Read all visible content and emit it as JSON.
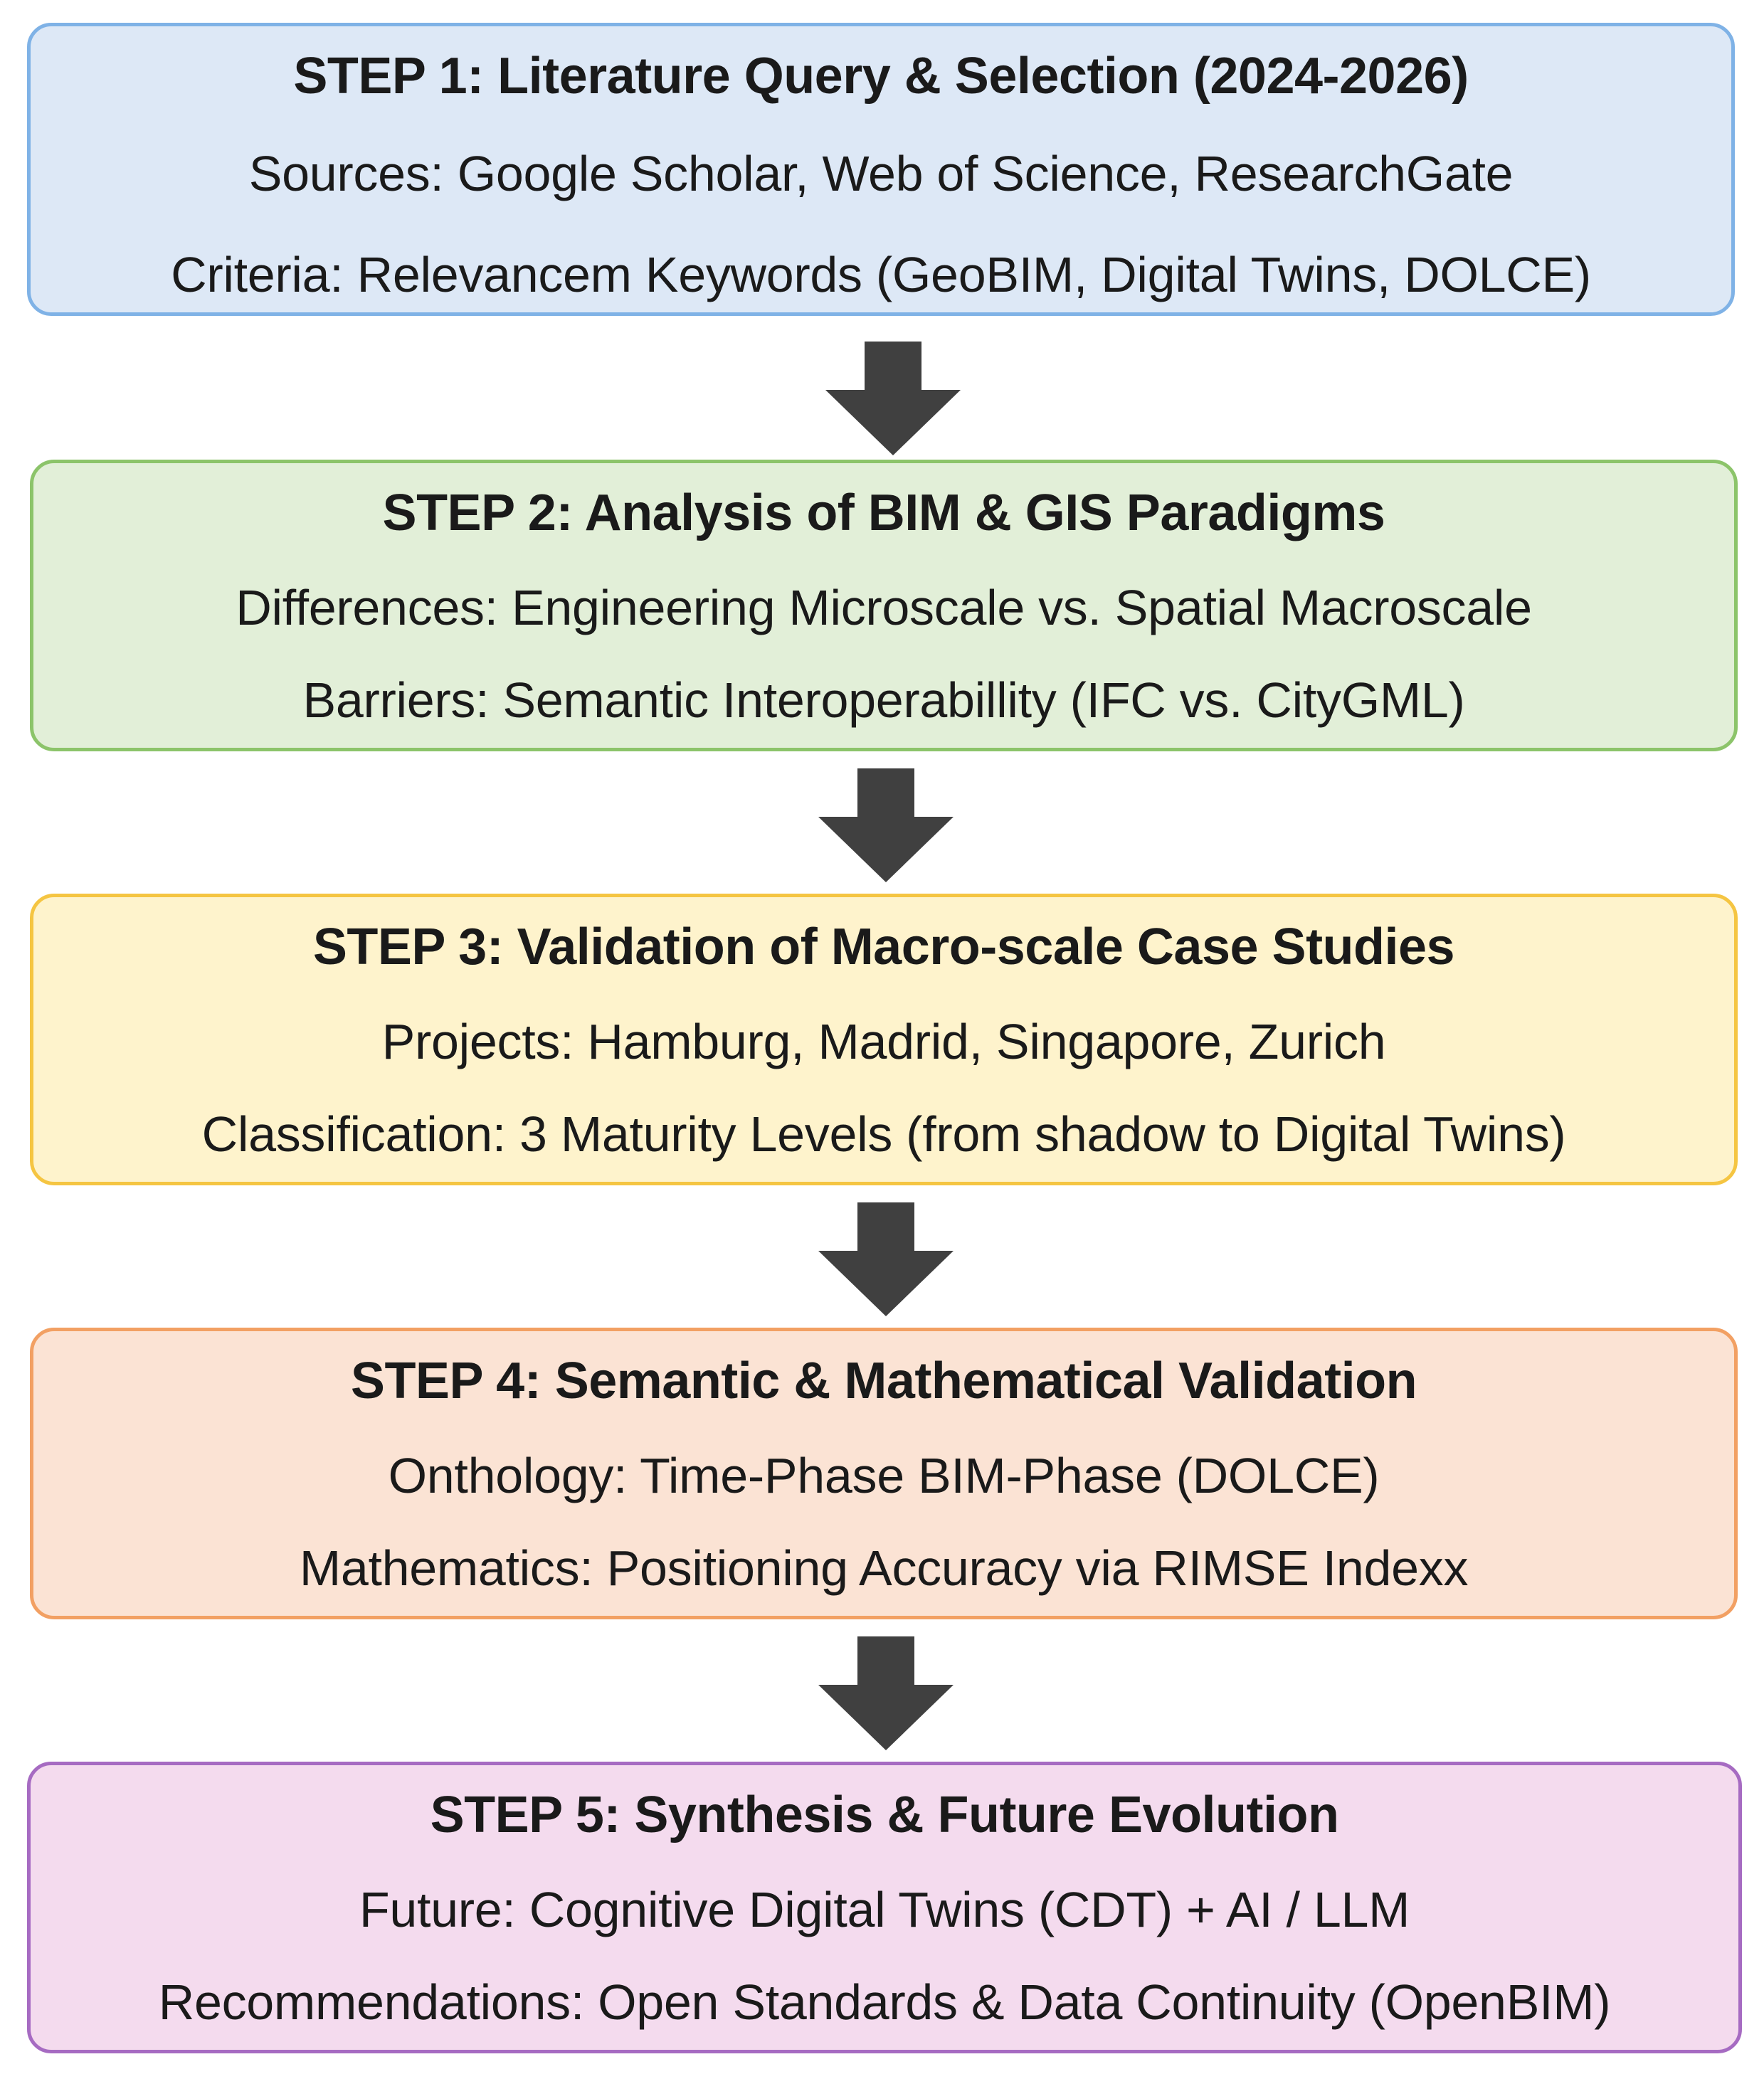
{
  "steps": [
    {
      "title": "STEP 1: Literature Query & Selection (2024-2026)",
      "lines": [
        "Sources: Google Scholar, Web of Science, ResearchGate",
        "Criteria: Relevancem Keywords (GeoBIM, Digital Twins, DOLCE)"
      ],
      "fill": "#dde8f6",
      "border": "#7fb2e6"
    },
    {
      "title": "STEP 2: Analysis of BIM & GIS Paradigms",
      "lines": [
        "Differences: Engineering Microscale vs. Spatial Macroscale",
        "Barriers: Semantic Interoperabillity (IFC vs. CityGML)"
      ],
      "fill": "#e2efd8",
      "border": "#8cc46a"
    },
    {
      "title": "STEP 3: Validation of Macro-scale Case Studies",
      "lines": [
        "Projects: Hamburg, Madrid, Singapore, Zurich",
        "Classification: 3 Maturity Levels (from shadow to Digital Twins)"
      ],
      "fill": "#fef3cc",
      "border": "#f5c542"
    },
    {
      "title": "STEP 4: Semantic & Mathematical Validation",
      "lines": [
        "Onthology: Time-Phase BIM-Phase (DOLCE)",
        "Mathematics: Positioning Accuracy via RIMSE Indexx"
      ],
      "fill": "#fbe3d4",
      "border": "#f2a063"
    },
    {
      "title": "STEP 5: Synthesis & Future Evolution",
      "lines": [
        "Future: Cognitive Digital Twins (CDT) + AI / LLM",
        "Recommendations: Open Standards & Data Continuity (OpenBIM)"
      ],
      "fill": "#f4dbee",
      "border": "#a66bc2"
    }
  ],
  "arrow_color": "#404040"
}
